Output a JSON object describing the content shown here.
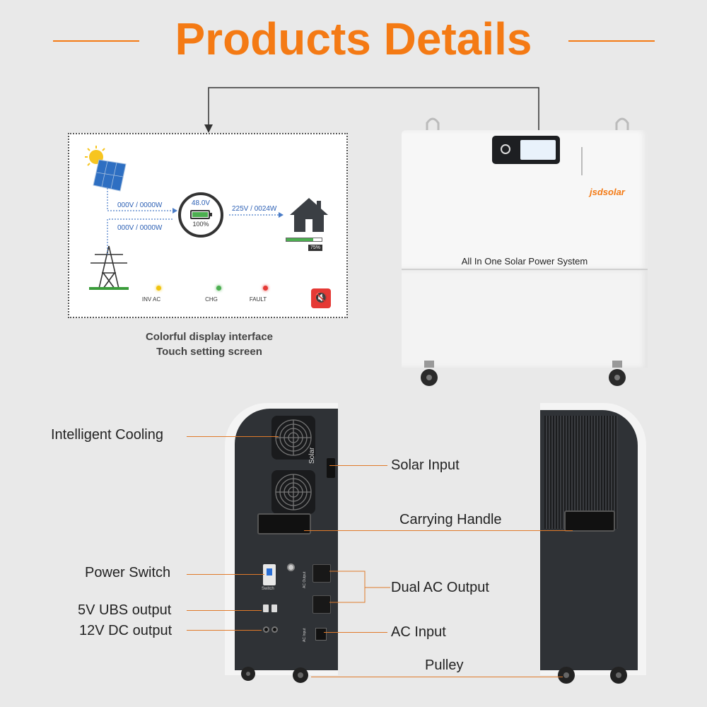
{
  "header": {
    "title": "Products Details"
  },
  "display_panel": {
    "solar_reading": "000V / 0000W",
    "grid_reading": "000V / 0000W",
    "battery_voltage": "48.0V",
    "battery_percent": "100%",
    "output_reading": "225V / 0024W",
    "load_percent": "75%",
    "load_level": 0.75,
    "indicators": [
      {
        "label": "INV AC",
        "color": "#f1c40f"
      },
      {
        "label": "CHG",
        "color": "#4caf50"
      },
      {
        "label": "FAULT",
        "color": "#e53935"
      }
    ]
  },
  "caption": {
    "line1": "Colorful display interface",
    "line2": "Touch setting screen"
  },
  "unit_front": {
    "brand": "jsdsolar",
    "product_name": "All In One Solar Power System"
  },
  "side_panel": {
    "solar_label": "Solar",
    "switch_label": "Switch",
    "ac_output_label": "AC Output",
    "ac_input_label": "AC Input"
  },
  "callouts": {
    "intelligent_cooling": "Intelligent Cooling",
    "solar_input": "Solar Input",
    "carrying_handle": "Carrying Handle",
    "power_switch": "Power Switch",
    "dual_ac_output": "Dual AC Output",
    "usb_output": "5V UBS output",
    "dc_output": "12V DC output",
    "ac_input": "AC Input",
    "pulley": "Pulley"
  },
  "colors": {
    "accent": "#f47a14",
    "leader": "#e07a2a",
    "panel_dark": "#2f3236",
    "unit_white": "#f7f7f7"
  }
}
